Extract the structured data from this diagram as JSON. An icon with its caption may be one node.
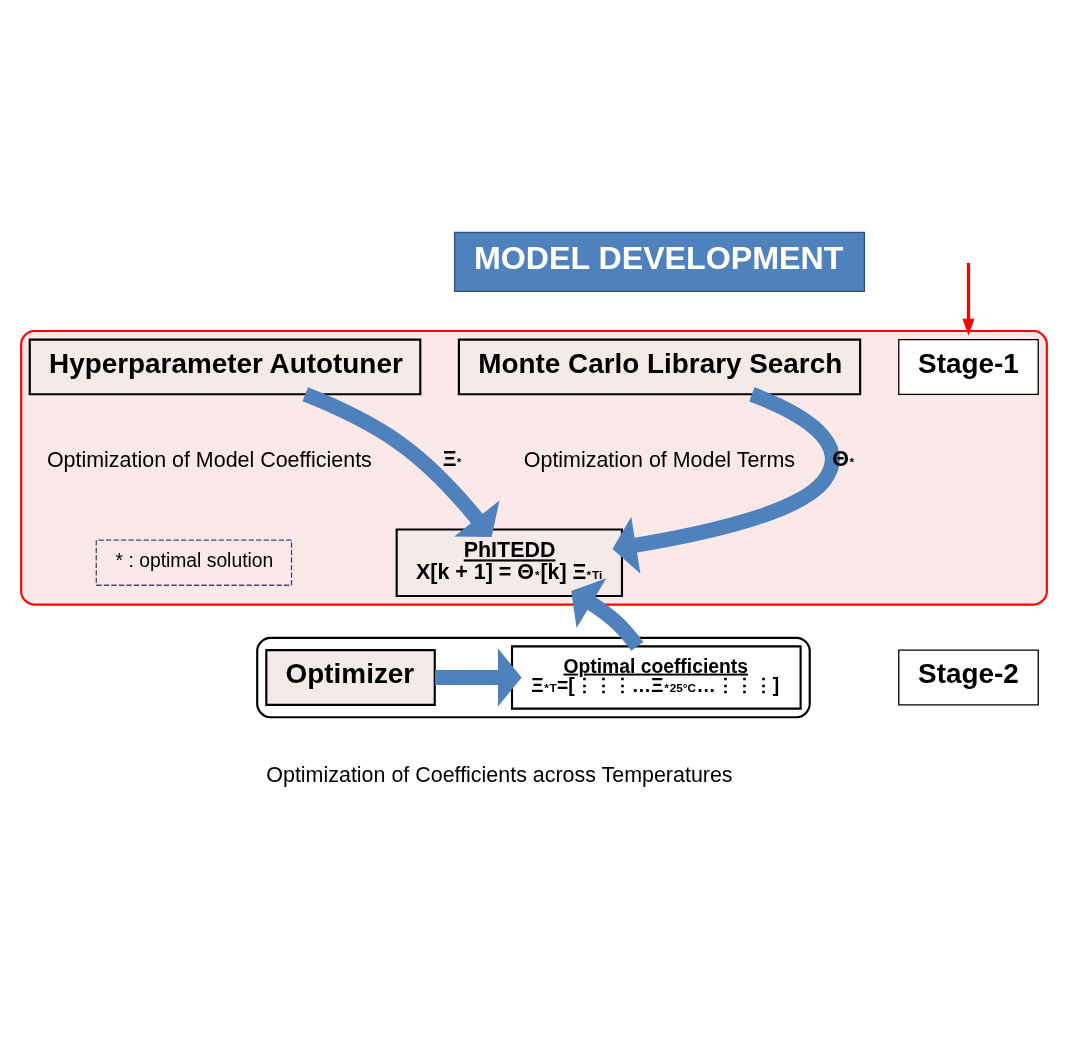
{
  "diagram": {
    "nodes": [
      {
        "text": [
          "MODEL DEVELOPMENT"
        ]
      },
      {
        "text": [],
        "shape": "box"
      },
      {
        "text": [
          "Stage-1"
        ],
        "in": 1
      },
      {
        "text": [
          "Monte Carlo Library Search"
        ],
        "in": 1,
        "beside": [
          "Optimization of Model Terms"
        ]
      },
      {
        "text": [
          "Hyperparameter Autotuner"
        ],
        "in": 1,
        "beside": [
          "Optimization of Model Coefficients"
        ]
      },
      {
        "text": [
          "PhITEDD",
          "X[k + 1] = Θ$^{*}$[k] Ξ$^{*}$$_{Ti}$"
        ],
        "in": 1
      },
      {
        "text": [
          "* : optimal solution"
        ],
        "in": 1
      },
      {
        "text": [
          "Stage-2"
        ]
      },
      {
        "text": [],
        "shape": "box",
        "beside": [
          "Optimization of Coefficients across Temperatures"
        ]
      },
      {
        "text": [
          "Optimizer"
        ],
        "in": 8
      },
      {
        "text": [
          "Optimal coefficients",
          "Ξ$^{*}$$_{T}$=[⋮⋮⋮…Ξ$^{*}$$_{25°C}$…⋮⋮⋮]"
        ],
        "in": 8
      }
    ],
    "edges": [
      {
        "from": null,
        "to": 1,
        "arrow": "to",
        "color": "#ff0000"
      },
      {
        "from": 3,
        "to": 5,
        "arrow": "to",
        "label": "Θ$^{*}$"
      },
      {
        "from": 4,
        "to": 5,
        "arrow": "to",
        "label": "Ξ$^{*}$"
      },
      {
        "from": 9,
        "to": 10,
        "arrow": "to"
      },
      {
        "from": 10,
        "to": 5,
        "arrow": "to"
      }
    ]
  }
}
